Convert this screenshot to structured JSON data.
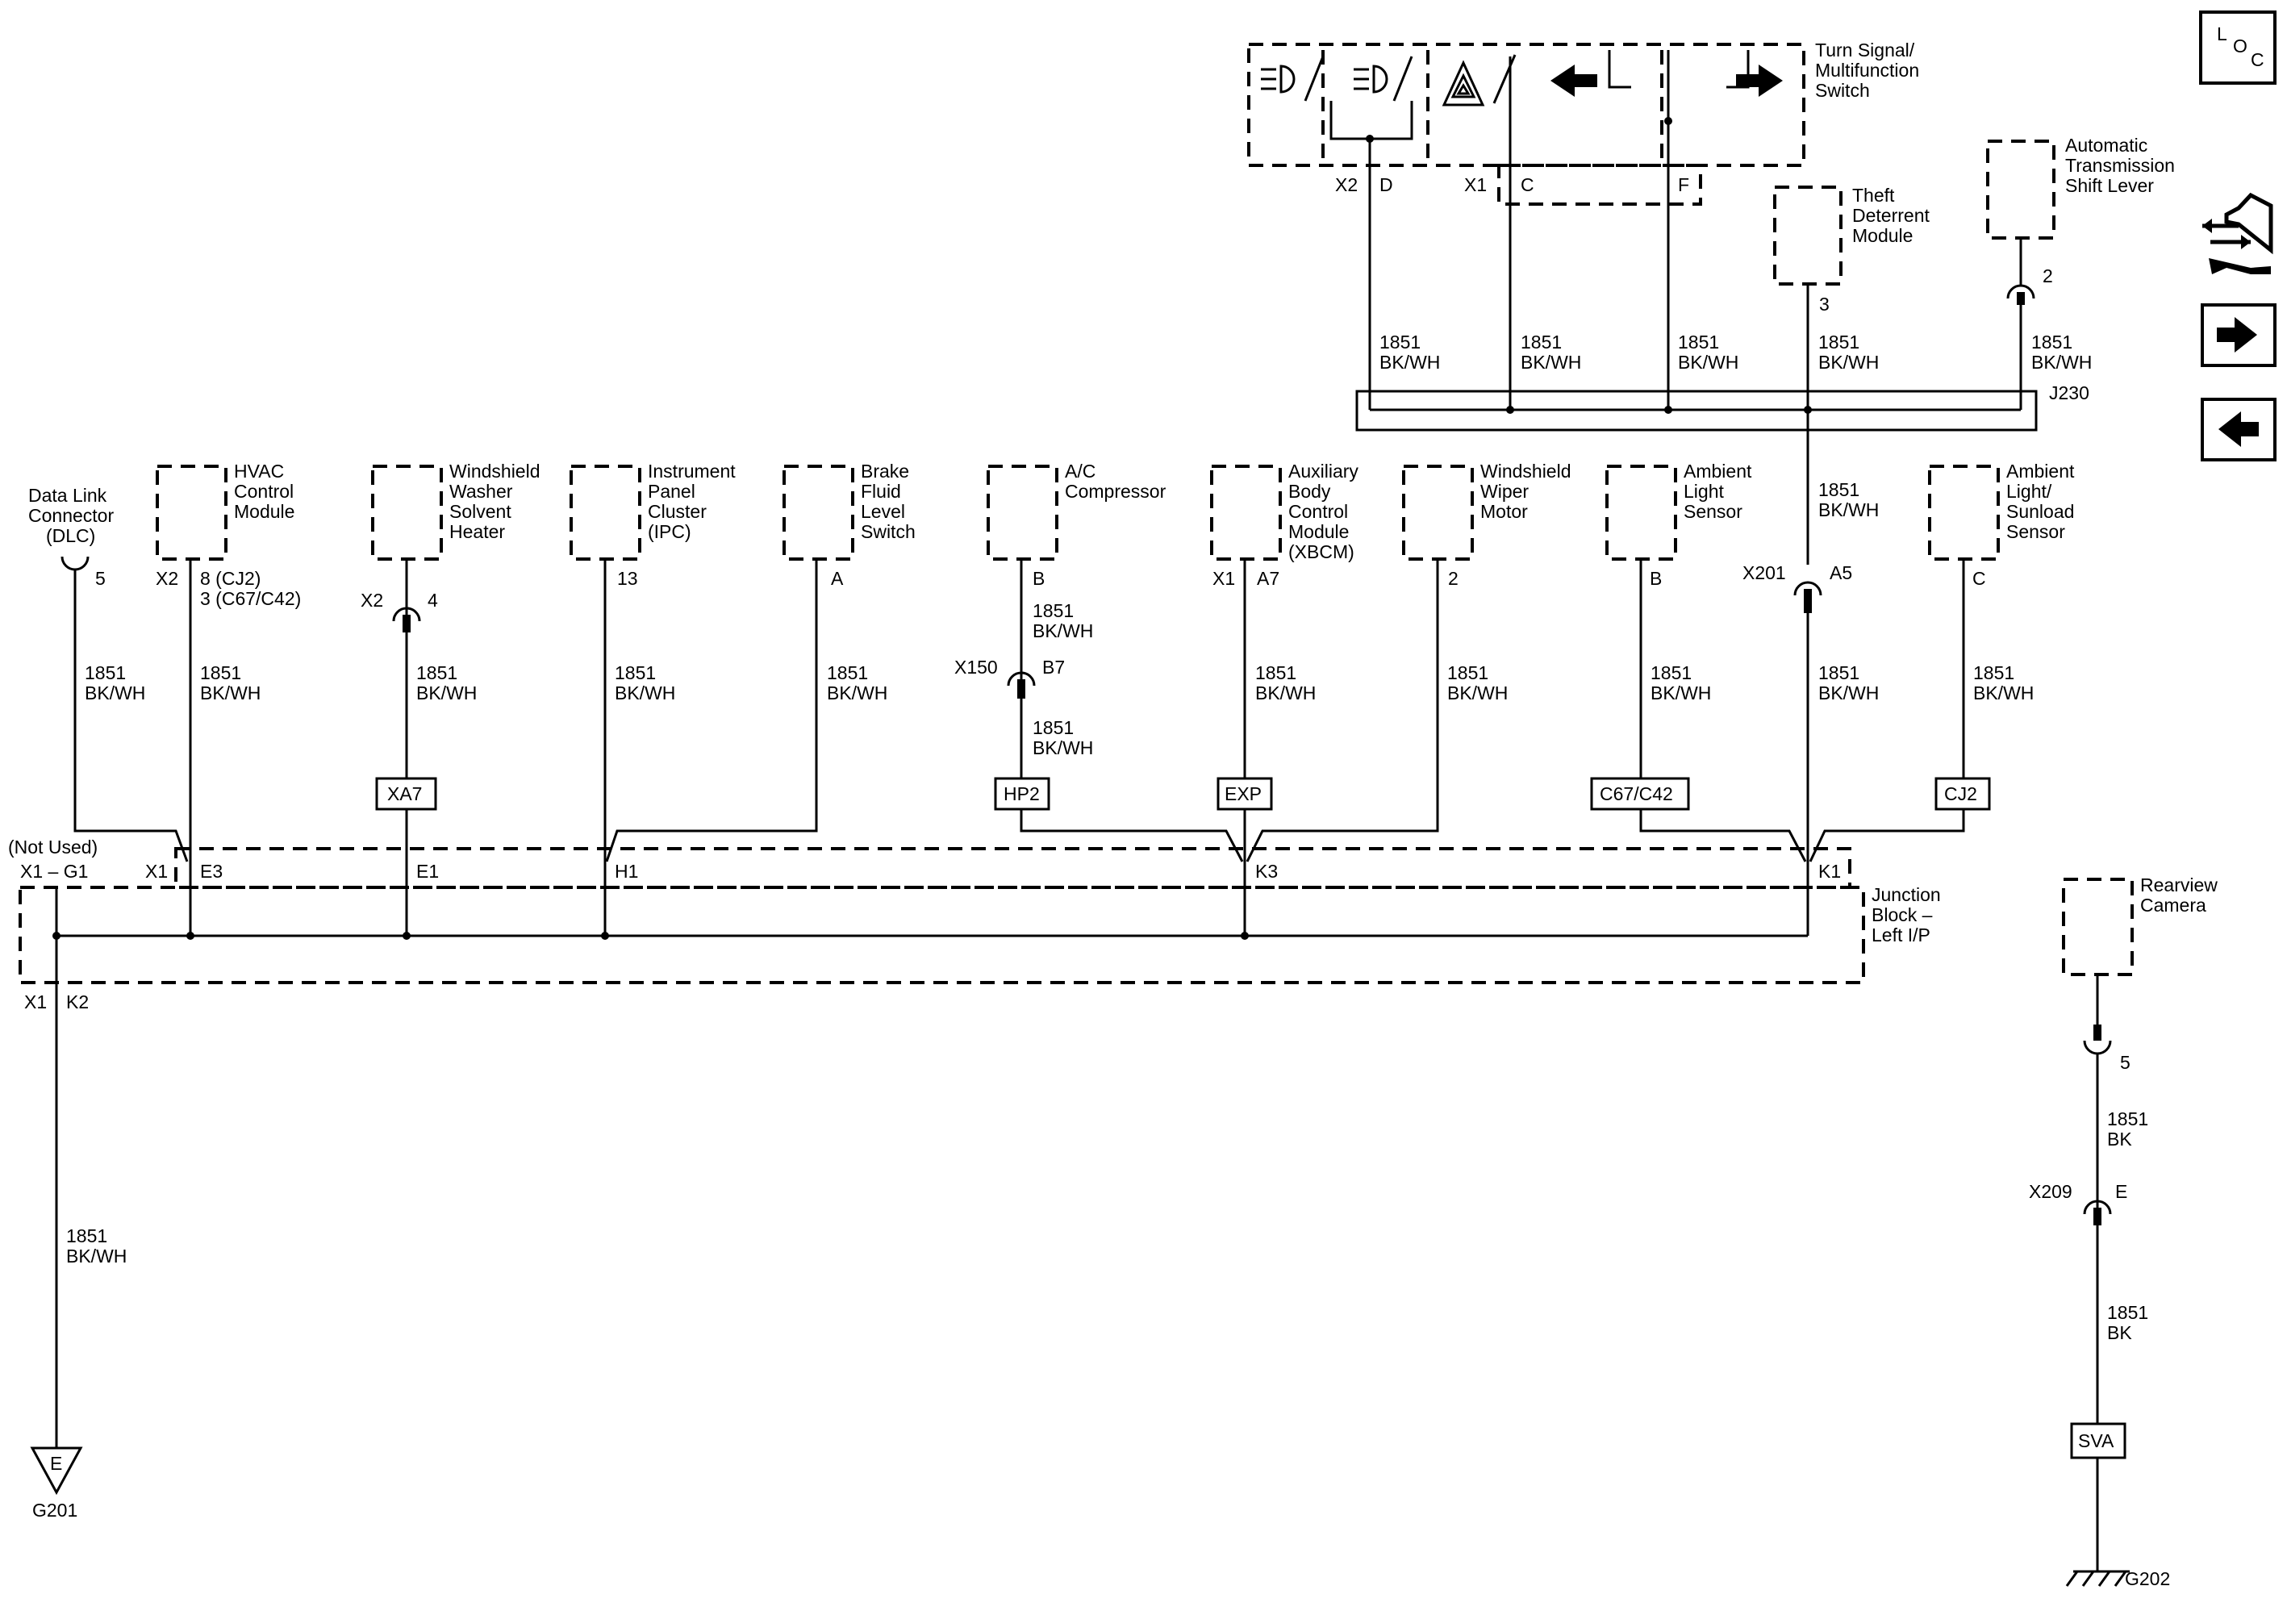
{
  "wire": {
    "num": "1851",
    "color_bkwh": "BK/WH",
    "color_bk": "BK"
  },
  "turn_signal": {
    "l1": "Turn Signal/",
    "l2": "Multifunction",
    "l3": "Switch",
    "x2": "X2",
    "pin_d": "D",
    "x1": "X1",
    "pin_c": "C",
    "pin_f": "F"
  },
  "theft": {
    "l1": "Theft",
    "l2": "Deterrent",
    "l3": "Module",
    "pin": "3"
  },
  "trans": {
    "l1": "Automatic",
    "l2": "Transmission",
    "l3": "Shift Lever",
    "pin": "2"
  },
  "splice_j230": "J230",
  "x201": {
    "conn": "X201",
    "pin": "A5"
  },
  "dlc": {
    "l1": "Data Link",
    "l2": "Connector",
    "l3": "(DLC)",
    "pin": "5"
  },
  "hvac": {
    "l1": "HVAC",
    "l2": "Control",
    "l3": "Module",
    "conn": "X2",
    "pin1": "8 (CJ2)",
    "pin2": "3 (C67/C42)"
  },
  "washer": {
    "l1": "Windshield",
    "l2": "Washer",
    "l3": "Solvent",
    "l4": "Heater",
    "conn": "X2",
    "pin": "4",
    "option": "XA7"
  },
  "ipc": {
    "l1": "Instrument",
    "l2": "Panel",
    "l3": "Cluster",
    "l4": "(IPC)",
    "pin": "13"
  },
  "brake": {
    "l1": "Brake",
    "l2": "Fluid",
    "l3": "Level",
    "l4": "Switch",
    "pin": "A"
  },
  "ac": {
    "l1": "A/C",
    "l2": "Compressor",
    "pin": "B",
    "x150": "X150",
    "x150_pin": "B7",
    "option": "HP2"
  },
  "xbcm": {
    "l1": "Auxiliary",
    "l2": "Body",
    "l3": "Control",
    "l4": "Module",
    "l5": "(XBCM)",
    "conn": "X1",
    "pin": "A7",
    "option": "EXP"
  },
  "wiper": {
    "l1": "Windshield",
    "l2": "Wiper",
    "l3": "Motor",
    "pin": "2"
  },
  "als": {
    "l1": "Ambient",
    "l2": "Light",
    "l3": "Sensor",
    "pin": "B",
    "option": "C67/C42"
  },
  "sunload": {
    "l1": "Ambient",
    "l2": "Light/",
    "l3": "Sunload",
    "l4": "Sensor",
    "pin": "C",
    "option": "CJ2"
  },
  "jb": {
    "not_used": "(Not Used)",
    "x1g1": "X1 – G1",
    "x1": "X1",
    "e3": "E3",
    "e1": "E1",
    "h1": "H1",
    "k3": "K3",
    "k1": "K1",
    "l1": "Junction",
    "l2": "Block –",
    "l3": "Left I/P",
    "out_conn": "X1",
    "out_pin": "K2"
  },
  "g201": {
    "letter": "E",
    "name": "G201"
  },
  "camera": {
    "l1": "Rearview",
    "l2": "Camera",
    "pin": "5",
    "x209": "X209",
    "x209_pin": "E",
    "option": "SVA"
  },
  "g202": {
    "name": "G202"
  },
  "loc": {
    "l": "L",
    "o": "O",
    "c": "C"
  }
}
